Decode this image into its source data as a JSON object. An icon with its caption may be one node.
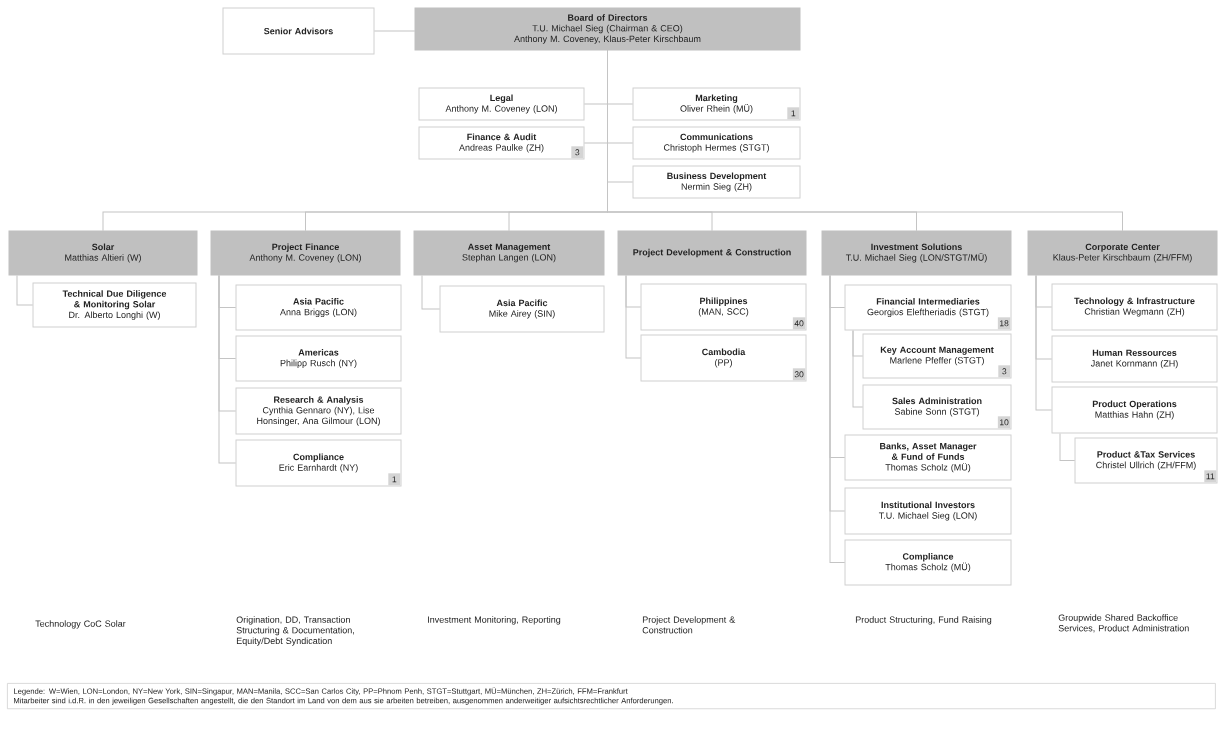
{
  "diagram": {
    "nodes": [
      {
        "text": [
          "Senior Advisors"
        ]
      },
      {
        "text": [
          "Board of Directors",
          "T.U. Michael Sieg (Chairman & CEO)",
          "Anthony M. Coveney, Klaus-Peter Kirschbaum"
        ]
      },
      {
        "text": [
          "Legal",
          "Anthony M. Coveney (LON)"
        ]
      },
      {
        "text": [
          "Finance & Audit",
          "Andreas Paulke (ZH)",
          "3"
        ]
      },
      {
        "text": [
          "Marketing",
          "Oliver Rhein (MÜ)",
          "1"
        ]
      },
      {
        "text": [
          "Communications",
          "Christoph Hermes (STGT)"
        ]
      },
      {
        "text": [
          "Business Development",
          "Nermin Sieg (ZH)"
        ]
      },
      {
        "text": [
          "Solar",
          "Matthias Altieri (W)"
        ]
      },
      {
        "text": [
          "Project Finance",
          "Anthony M. Coveney (LON)"
        ]
      },
      {
        "text": [
          "Asset Management",
          "Stephan Langen (LON)"
        ]
      },
      {
        "text": [
          "Project Development & Construction"
        ]
      },
      {
        "text": [
          "Investment Solutions",
          "T.U. Michael Sieg (LON/STGT/MÜ)"
        ]
      },
      {
        "text": [
          "Corporate Center",
          "Klaus-Peter Kirschbaum (ZH/FFM)"
        ]
      },
      {
        "text": [
          "Technical Due Diligence & Monitoring Solar",
          "Dr. Alberto Longhi (W)"
        ]
      },
      {
        "text": [
          "Asia Pacific",
          "Anna Briggs (LON)"
        ]
      },
      {
        "text": [
          "Americas",
          "Philipp Rusch (NY)"
        ]
      },
      {
        "text": [
          "Research & Analysis",
          "Cynthia Gennaro (NY), Lise Honsinger, Ana Gilmour (LON)"
        ]
      },
      {
        "text": [
          "Compliance",
          "Eric Earnhardt (NY)",
          "1"
        ]
      },
      {
        "text": [
          "Asia Pacific",
          "Mike Airey (SIN)"
        ]
      },
      {
        "text": [
          "Philippines",
          "(MAN, SCC)",
          "40"
        ]
      },
      {
        "text": [
          "Cambodia",
          "(PP)",
          "30"
        ]
      },
      {
        "text": [
          "Financial Intermediaries",
          "Georgios Eleftheriadis (STGT)",
          "18"
        ]
      },
      {
        "text": [
          "Key Account Management",
          "Marlene Pfeffer (STGT)",
          "3"
        ]
      },
      {
        "text": [
          "Sales Administration",
          "Sabine Sonn (STGT)",
          "10"
        ]
      },
      {
        "text": [
          "Banks, Asset Manager & Fund of Funds",
          "Thomas Scholz (MÜ)"
        ]
      },
      {
        "text": [
          "Institutional Investors",
          "T.U. Michael Sieg (LON)"
        ]
      },
      {
        "text": [
          "Compliance",
          "Thomas Scholz (MÜ)"
        ]
      },
      {
        "text": [
          "Technology & Infrastructure",
          "Christian Wegmann (ZH)"
        ]
      },
      {
        "text": [
          "Human Ressources",
          "Janet Kornmann (ZH)"
        ]
      },
      {
        "text": [
          "Product Operations",
          "Matthias Hahn (ZH)"
        ]
      },
      {
        "text": [
          "Product &Tax Services",
          "Christel Ullrich (ZH/FFM)",
          "11"
        ]
      }
    ],
    "edges": [
      {
        "from": 1,
        "to": 0,
        "arrow": "none"
      },
      {
        "from": 1,
        "to": 2,
        "arrow": "none"
      },
      {
        "from": 1,
        "to": 3,
        "arrow": "none"
      },
      {
        "from": 1,
        "to": 4,
        "arrow": "none"
      },
      {
        "from": 1,
        "to": 5,
        "arrow": "none"
      },
      {
        "from": 1,
        "to": 6,
        "arrow": "none"
      },
      {
        "from": 1,
        "to": 7,
        "arrow": "none"
      },
      {
        "from": 1,
        "to": 8,
        "arrow": "none"
      },
      {
        "from": 1,
        "to": 9,
        "arrow": "none"
      },
      {
        "from": 1,
        "to": 10,
        "arrow": "none"
      },
      {
        "from": 1,
        "to": 11,
        "arrow": "none"
      },
      {
        "from": 1,
        "to": 12,
        "arrow": "none"
      },
      {
        "from": 7,
        "to": 13,
        "arrow": "none"
      },
      {
        "from": 8,
        "to": 14,
        "arrow": "none"
      },
      {
        "from": 8,
        "to": 15,
        "arrow": "none"
      },
      {
        "from": 8,
        "to": 16,
        "arrow": "none"
      },
      {
        "from": 8,
        "to": 17,
        "arrow": "none"
      },
      {
        "from": 9,
        "to": 18,
        "arrow": "none"
      },
      {
        "from": 10,
        "to": 19,
        "arrow": "none"
      },
      {
        "from": 10,
        "to": 20,
        "arrow": "none"
      },
      {
        "from": 11,
        "to": 21,
        "arrow": "none"
      },
      {
        "from": 21,
        "to": 22,
        "arrow": "none"
      },
      {
        "from": 21,
        "to": 23,
        "arrow": "none"
      },
      {
        "from": 11,
        "to": 24,
        "arrow": "none"
      },
      {
        "from": 11,
        "to": 25,
        "arrow": "none"
      },
      {
        "from": 11,
        "to": 26,
        "arrow": "none"
      },
      {
        "from": 12,
        "to": 27,
        "arrow": "none"
      },
      {
        "from": 12,
        "to": 28,
        "arrow": "none"
      },
      {
        "from": 12,
        "to": 29,
        "arrow": "none"
      },
      {
        "from": 29,
        "to": 30,
        "arrow": "none"
      }
    ],
    "labels": [
      "Technology CoC Solar",
      "Origination, DD, Transaction Structuring & Documentation, Equity/Debt Syndication",
      "Investment Monitoring, Reporting",
      "Project Development & Construction",
      "Product Structuring, Fund Raising",
      "Groupwide Shared Backoffice Services, Product Administration",
      "Legende: W=Wien, LON=London, NY=New York, SIN=Singapur, MAN=Manila, SCC=San Carlos City, PP=Phnom Penh, STGT=Stuttgart, MÜ=München, ZH=Zürich, FFM=Frankfurt",
      "Mitarbeiter sind i.d.R. in den jeweiligen Gesellschaften angestellt, die den Standort im Land von dem aus sie arbeiten betreiben, ausgenommen anderweitiger aufsichtsrechtlicher Anforderungen."
    ]
  }
}
